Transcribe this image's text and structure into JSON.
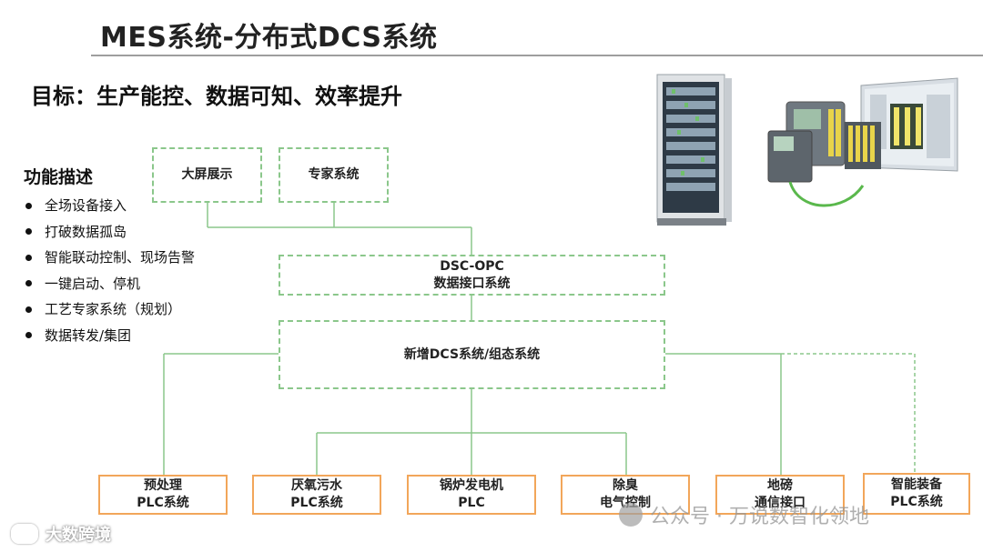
{
  "slide": {
    "title": "MES系统-分布式DCS系统",
    "goal": "目标：生产能控、数据可知、效率提升"
  },
  "features": {
    "heading": "功能描述",
    "items": [
      "全场设备接入",
      "打破数据孤岛",
      "智能联动控制、现场告警",
      "一键启动、停机",
      "工艺专家系统（规划）",
      "数据转发/集团"
    ]
  },
  "diagram": {
    "top": [
      "大屏展示",
      "专家系统"
    ],
    "opc": [
      "DSC-OPC",
      "数据接口系统"
    ],
    "dcs": "新增DCS系统/组态系统",
    "plcs": [
      [
        "预处理",
        "PLC系统"
      ],
      [
        "厌氧污水",
        "PLC系统"
      ],
      [
        "锅炉发电机",
        "PLC"
      ],
      [
        "除臭",
        "电气控制"
      ],
      [
        "地磅",
        "通信接口"
      ],
      [
        "智能装备",
        "PLC系统"
      ]
    ]
  },
  "watermarks": {
    "right": "公众号 · 万说数智化领地",
    "left": "大数跨境"
  },
  "colors": {
    "green_line": "#8bc78b",
    "orange_border": "#f2a65a",
    "rule": "#9e9e9e"
  }
}
